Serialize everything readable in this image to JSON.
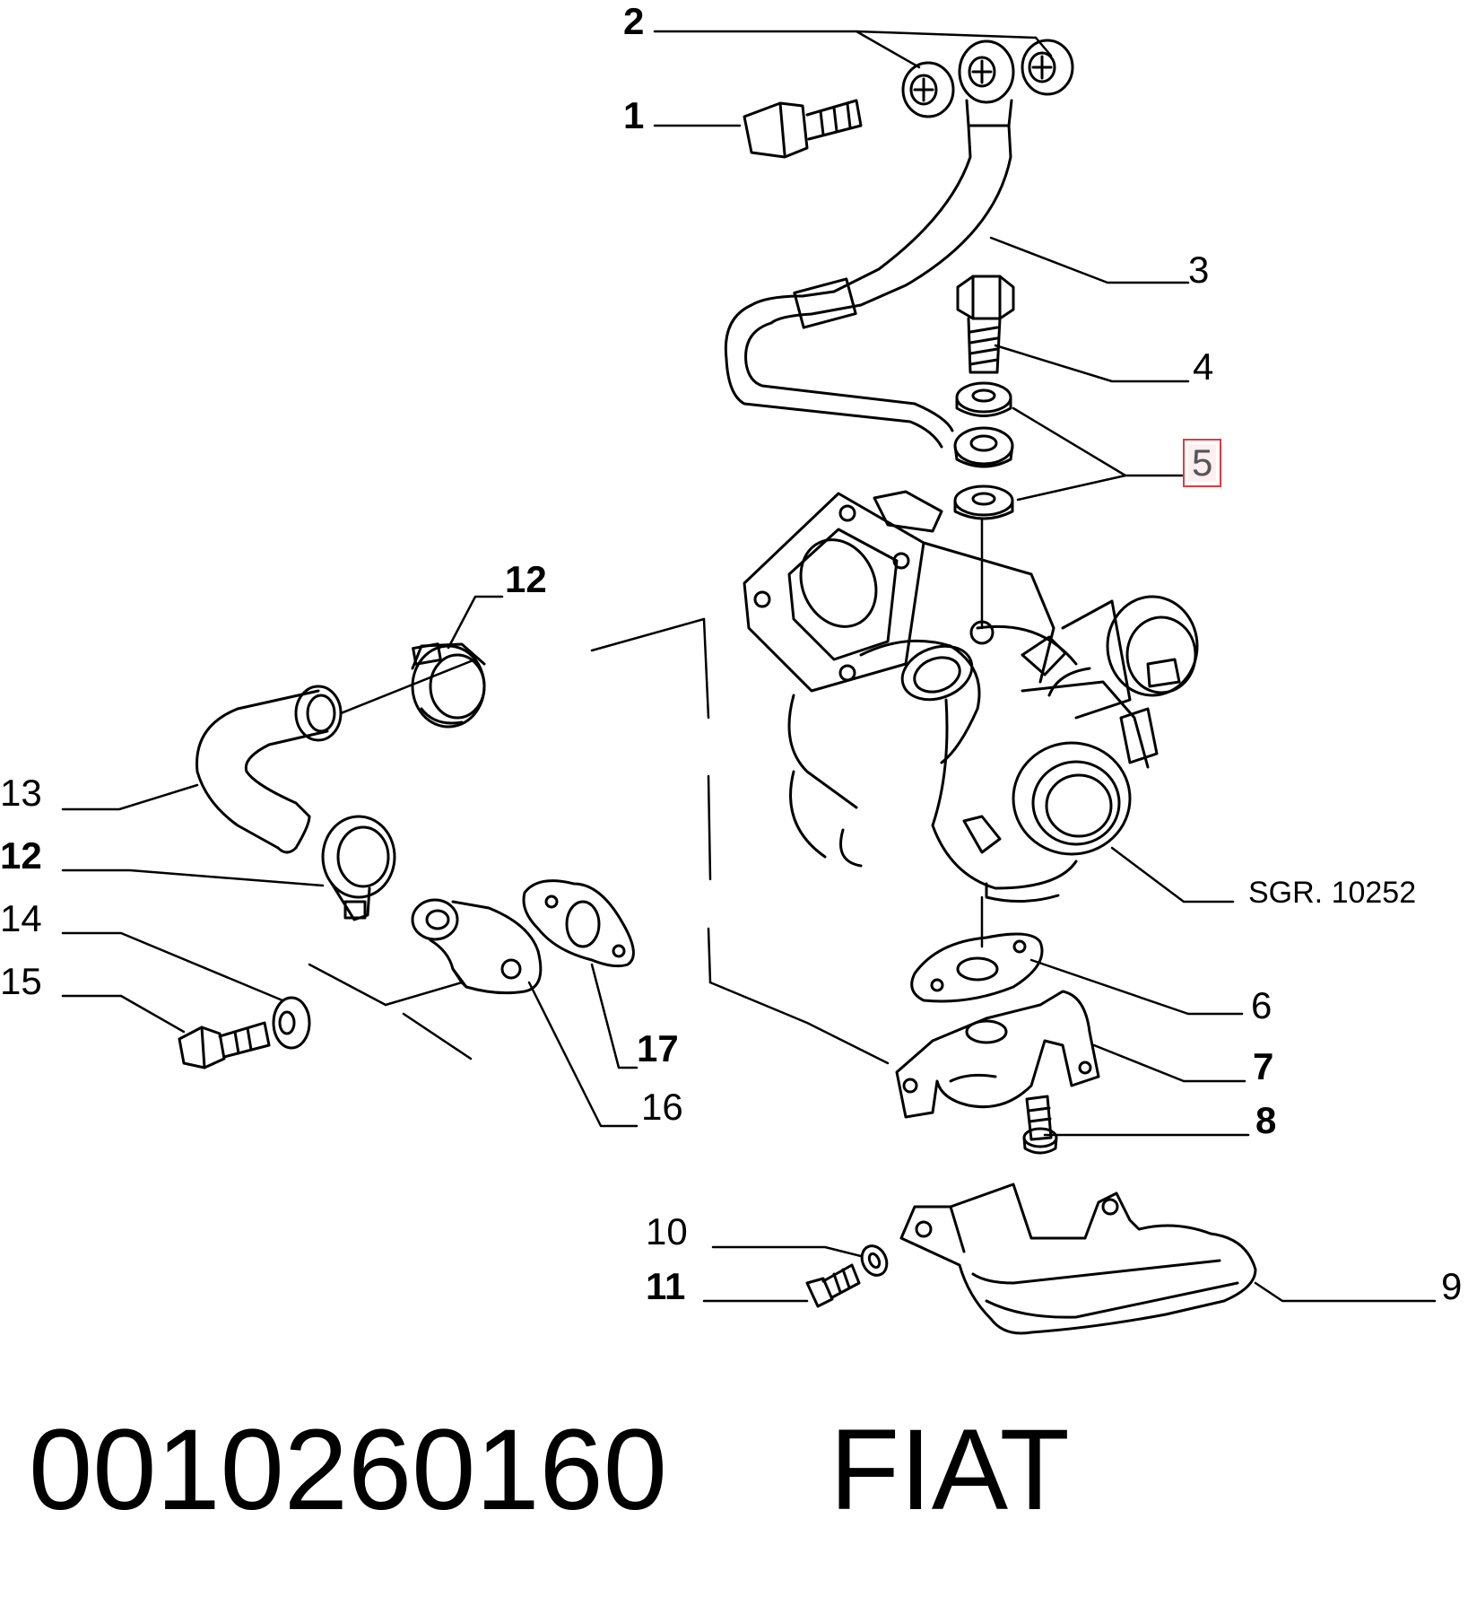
{
  "labels": [
    {
      "id": "p2",
      "text": "2"
    },
    {
      "id": "p1",
      "text": "1"
    },
    {
      "id": "p3",
      "text": "3"
    },
    {
      "id": "p4",
      "text": "4"
    },
    {
      "id": "p5",
      "text": "5"
    },
    {
      "id": "p12a",
      "text": "12"
    },
    {
      "id": "p13",
      "text": "13"
    },
    {
      "id": "p12b",
      "text": "12"
    },
    {
      "id": "p14",
      "text": "14"
    },
    {
      "id": "p15",
      "text": "15"
    },
    {
      "id": "pSgr",
      "text": "SGR. 10252"
    },
    {
      "id": "p6",
      "text": "6"
    },
    {
      "id": "p7",
      "text": "7"
    },
    {
      "id": "p17",
      "text": "17"
    },
    {
      "id": "p16",
      "text": "16"
    },
    {
      "id": "p8",
      "text": "8"
    },
    {
      "id": "p10",
      "text": "10"
    },
    {
      "id": "p11",
      "text": "11"
    },
    {
      "id": "p9",
      "text": "9"
    }
  ],
  "highlight_color": "#e23b3b",
  "footer": {
    "part_number": "0010260160",
    "brand": "FIAT"
  }
}
